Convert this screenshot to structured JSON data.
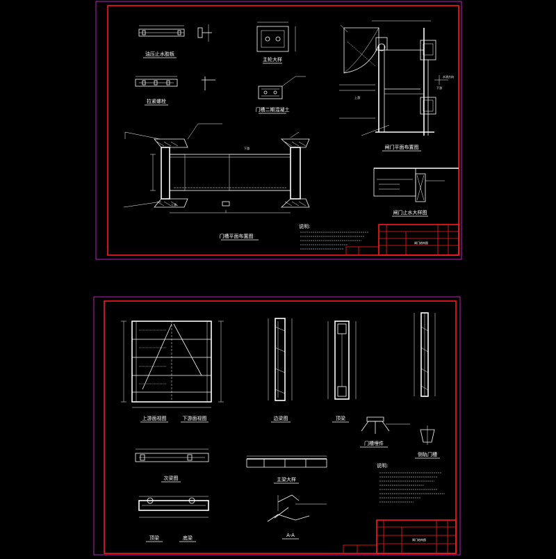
{
  "colors": {
    "background": "#000000",
    "sheet_border": "#c020c0",
    "frame": "#ff1a1a",
    "linework": "#ffffff"
  },
  "sheet1": {
    "views": [
      {
        "id": "view-1-1",
        "title": "油压止水胶板"
      },
      {
        "id": "view-1-2",
        "title": "拉紧螺栓"
      },
      {
        "id": "view-1-3",
        "title": "主轮大样"
      },
      {
        "id": "view-1-4",
        "title": "门槽二期混凝土"
      },
      {
        "id": "view-1-5",
        "title": "门槽平面布置图"
      },
      {
        "id": "view-1-6",
        "title": "闸门平面布置图"
      },
      {
        "id": "view-1-7",
        "title": "闸门止水大样图"
      }
    ],
    "labels": {
      "downstream": "下游",
      "upstream": "上游",
      "water_dir": "水流方向",
      "notes_title": "说明:"
    },
    "title_block": {
      "drawing_name": "闸门结构图"
    }
  },
  "sheet2": {
    "views": [
      {
        "id": "view-2-1",
        "title": "上游面视图"
      },
      {
        "id": "view-2-2",
        "title": "下游面视图"
      },
      {
        "id": "view-2-3",
        "title": "边梁图"
      },
      {
        "id": "view-2-4",
        "title": "顶梁"
      },
      {
        "id": "view-2-5",
        "title": "门槽埋件"
      },
      {
        "id": "view-2-6",
        "title": "侧轨门槽"
      },
      {
        "id": "view-2-7",
        "title": "次梁图"
      },
      {
        "id": "view-2-8",
        "title": "主梁大样"
      },
      {
        "id": "view-2-9",
        "title": "顶梁"
      },
      {
        "id": "view-2-10",
        "title": "底梁"
      },
      {
        "id": "view-2-11",
        "title": "A-A"
      }
    ],
    "labels": {
      "notes_title": "说明:"
    },
    "title_block": {
      "drawing_name": "闸门结构图"
    }
  }
}
